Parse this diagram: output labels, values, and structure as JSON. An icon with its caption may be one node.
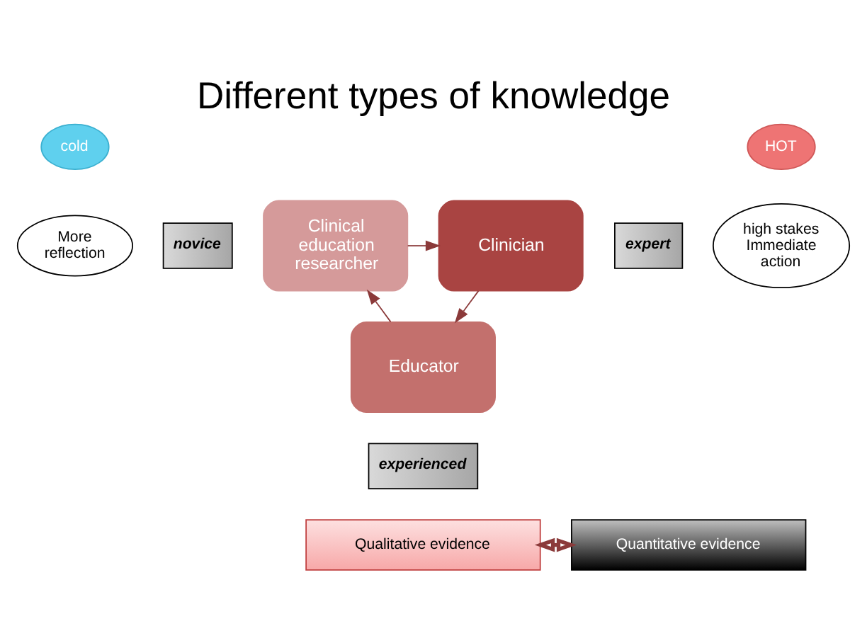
{
  "diagram": {
    "title": "Different types of knowledge",
    "nodes": [
      {
        "text": [
          "cold"
        ]
      },
      {
        "text": [
          "More reflection"
        ]
      },
      {
        "text": [
          "novice"
        ]
      },
      {
        "text": [
          "Clinical education researcher"
        ]
      },
      {
        "text": [
          "expert"
        ]
      },
      {
        "text": [
          "Clinician"
        ]
      },
      {
        "text": [
          "HOT"
        ]
      },
      {
        "text": [
          "high stakes Immediate action"
        ]
      },
      {
        "text": [
          "Educator"
        ]
      },
      {
        "text": [
          "experienced"
        ]
      },
      {
        "text": [
          "Qualitative evidence"
        ]
      },
      {
        "text": [
          "Quantitative evidence"
        ]
      }
    ],
    "edges": [
      {
        "from": 3,
        "to": 5,
        "arrow": "to"
      },
      {
        "from": 5,
        "to": 8,
        "arrow": "to"
      },
      {
        "from": 8,
        "to": 3,
        "arrow": "to"
      },
      {
        "from": 10,
        "to": 11,
        "arrow": "both",
        "style": "thick"
      }
    ]
  }
}
